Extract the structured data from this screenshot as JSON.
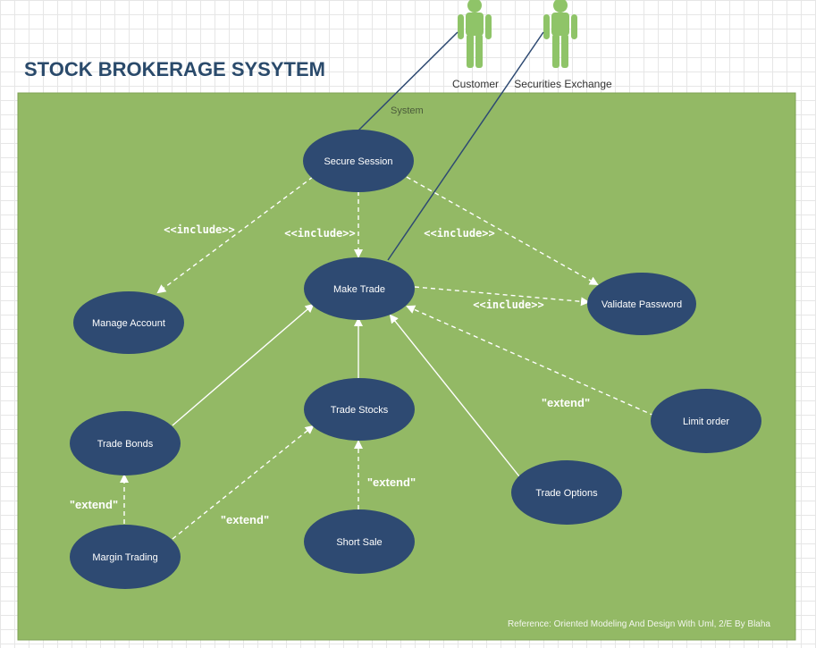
{
  "title": "STOCK BROKERAGE SYSYTEM",
  "system_label": "System",
  "reference": "Reference:  Oriented Modeling And Design With Uml, 2/E  By Blaha",
  "actors": {
    "customer": "Customer",
    "securities_exchange": "Securities Exchange"
  },
  "use_cases": {
    "secure_session": "Secure Session",
    "make_trade": "Make Trade",
    "manage_account": "Manage Account",
    "validate_password": "Validate Password",
    "trade_stocks": "Trade Stocks",
    "trade_bonds": "Trade Bonds",
    "limit_order": "Limit order",
    "trade_options": "Trade Options",
    "margin_trading": "Margin Trading",
    "short_sale": "Short Sale"
  },
  "stereotypes": {
    "include": "<<include>>",
    "extend": "\"extend\""
  },
  "colors": {
    "system_fill": "#93b965",
    "use_case_fill": "#2e4a72",
    "actor_fill": "#8fc468",
    "title": "#2a4a6b"
  }
}
